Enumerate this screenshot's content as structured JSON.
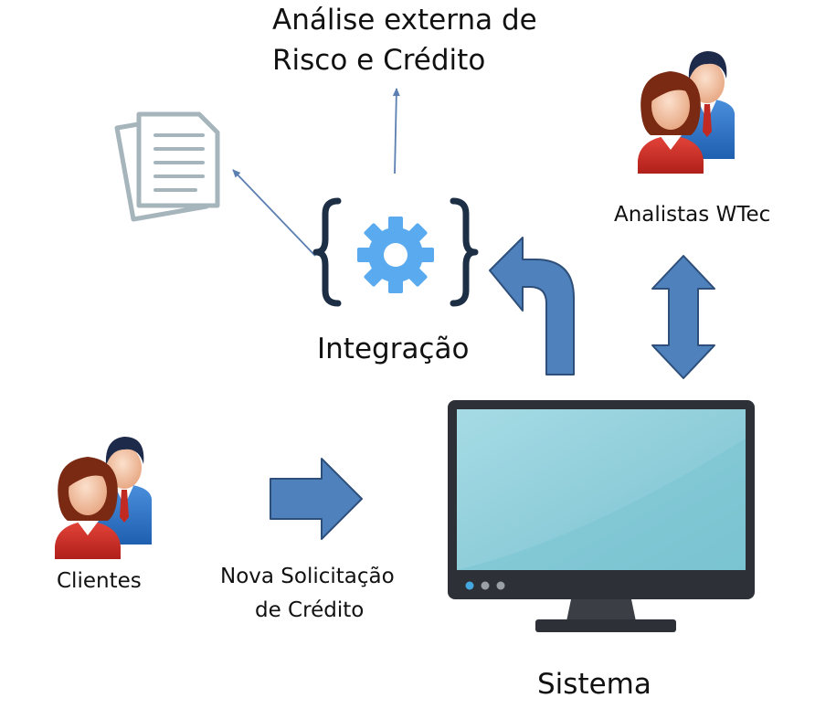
{
  "diagram": {
    "analise_line1": "Análise externa de",
    "analise_line2": "Risco e Crédito",
    "integracao_label": "Integração",
    "analistas_label": "Analistas WTec",
    "clientes_label": "Clientes",
    "nova_solicitacao_line1": "Nova Solicitação",
    "nova_solicitacao_line2": "de Crédito",
    "sistema_label": "Sistema"
  },
  "icons": {
    "documents": "documents-icon",
    "gear": "gear-icon",
    "braces": "curly-braces-icon",
    "analysts": "users-group-icon",
    "clients": "users-group-icon",
    "monitor": "monitor-icon"
  },
  "colors": {
    "arrow_fill": "#4f81bd",
    "arrow_stroke": "#2e4f7a",
    "gear": "#5aaaf0",
    "braces": "#1d2f45",
    "screen": "#8ccbd8",
    "monitor_frame": "#2d3137",
    "document": "#a6b4bb"
  }
}
